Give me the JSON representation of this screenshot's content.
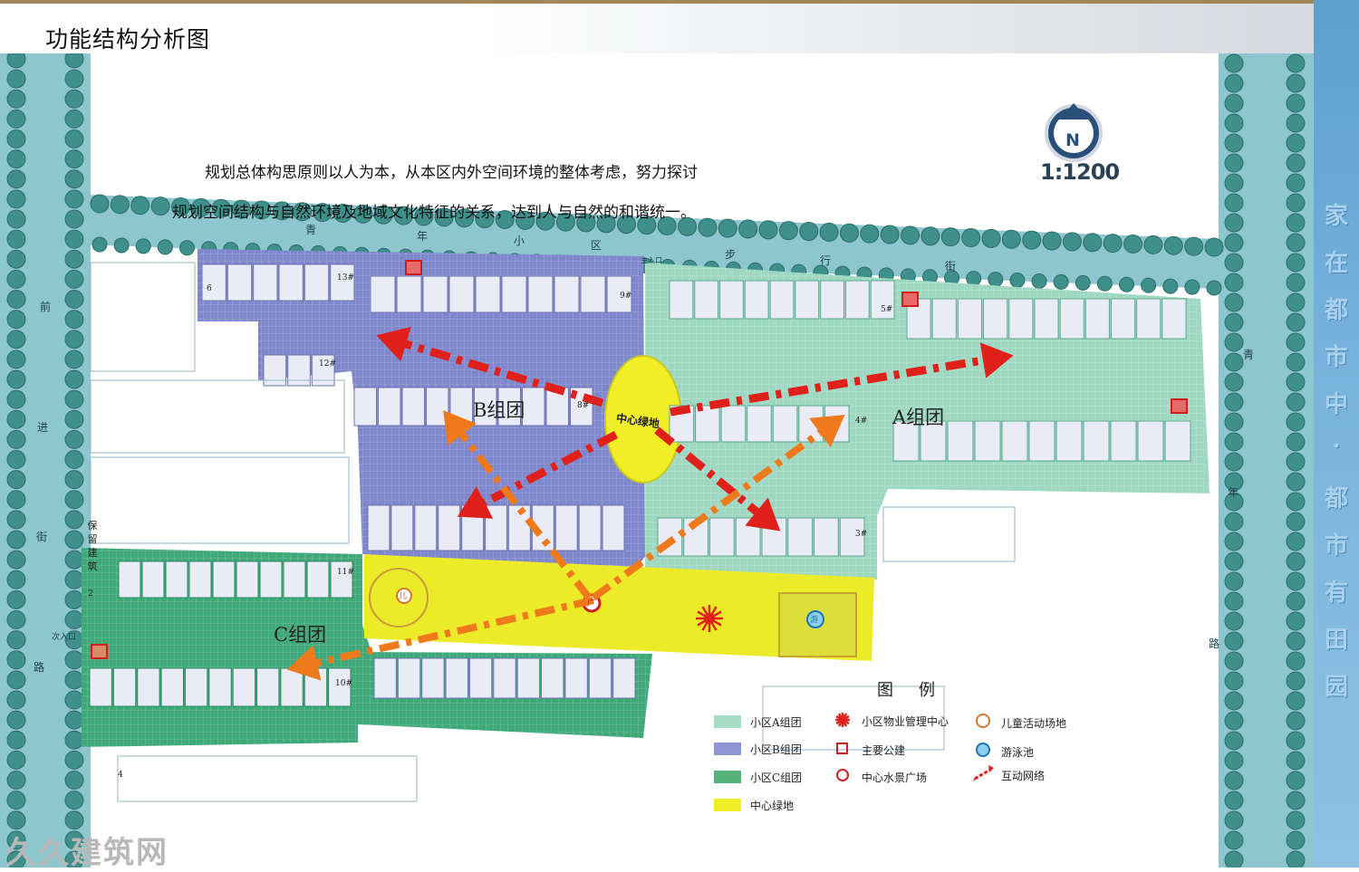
{
  "header": {
    "title": "功能结构分析图"
  },
  "intro": {
    "line1": "规划总体构思原则以人为本，从本区内外空间环境的整体考虑，努力探讨",
    "line2": "规划空间结构与自然环境及地域文化特征的关系，达到人与自然的和谐统一。"
  },
  "compass": {
    "letter": "N",
    "scale": "1:1200"
  },
  "sidebar": {
    "chars": [
      "家",
      "在",
      "都",
      "市",
      "中",
      "·",
      "都",
      "市",
      "有",
      "田",
      "园"
    ]
  },
  "watermark": "久久建筑网",
  "clusters": {
    "a": "A组团",
    "b": "B组团",
    "c": "C组团",
    "center": "中心绿地"
  },
  "streets": {
    "top": [
      "青",
      "年",
      "小",
      "区",
      "步",
      "行",
      "街"
    ],
    "left": [
      "前",
      "进",
      "街",
      "路"
    ],
    "right": [
      "青",
      "年",
      "路"
    ],
    "preserve": [
      "保",
      "留",
      "建",
      "筑"
    ],
    "main_entrance": "主入口",
    "side_entrance": "次入口"
  },
  "building_numbers": {
    "b1": "13#",
    "b2": "9#",
    "b3": "12#",
    "b4": "8#",
    "a1": "5#",
    "a2": "4#",
    "a3": "3#",
    "c1": "11#",
    "c2": "10#",
    "six": "6",
    "two": "2",
    "four": "4"
  },
  "legend": {
    "title": "图例",
    "items": [
      {
        "label": "小区A组团",
        "color": "#a7dcc4"
      },
      {
        "label": "小区B组团",
        "color": "#8e97d2"
      },
      {
        "label": "小区C组团",
        "color": "#57b37c"
      },
      {
        "label": "中心绿地",
        "color": "#f0ee26"
      },
      {
        "label": "小区物业管理中心",
        "icon": "sun-icon"
      },
      {
        "label": "主要公建",
        "icon": "red-square-icon"
      },
      {
        "label": "中心水景广场",
        "icon": "plaza-icon"
      },
      {
        "label": "儿童活动场地",
        "icon": "child-icon"
      },
      {
        "label": "游泳池",
        "icon": "pool-icon"
      },
      {
        "label": "互动网络",
        "icon": "dashed-arrow-icon"
      }
    ]
  },
  "symbols": {
    "child": "儿",
    "pool": "游",
    "plaza": "广"
  },
  "colors": {
    "cluster_a": "#9fd8c2",
    "cluster_b": "#7f88cc",
    "cluster_c": "#3fa97a",
    "center": "#f0ee26",
    "arrow_red": "#e0201a",
    "arrow_orange": "#ef7a1c",
    "road": "#7ab8c7",
    "tree": "#3f8f8a"
  }
}
